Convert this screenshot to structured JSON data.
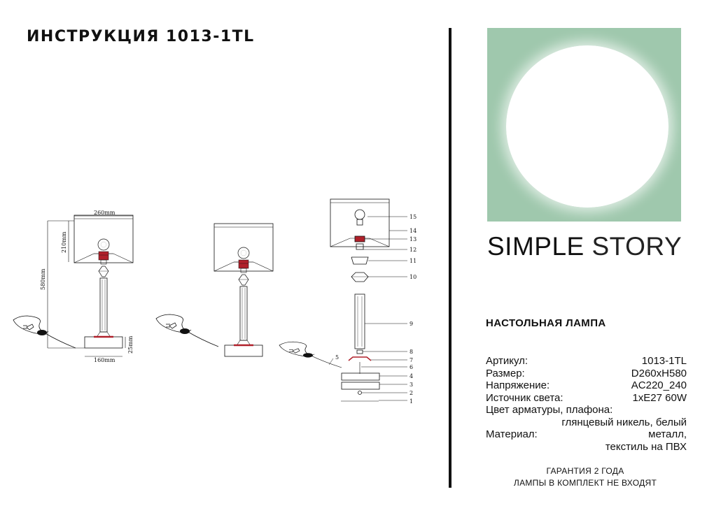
{
  "title": "ИНСТРУКЦИЯ 1013-1TL",
  "brand": {
    "part1": "SIMPLE",
    "part2": "STORY",
    "panel_color": "#9fc8ad"
  },
  "product_type": "НАСТОЛЬНАЯ ЛАМПА",
  "specs": {
    "article_label": "Артикул:",
    "article_value": "1013-1TL",
    "size_label": "Размер:",
    "size_value": "D260xH580",
    "voltage_label": "Напряжение:",
    "voltage_value": "AC220_240",
    "light_label": "Источник света:",
    "light_value": "1xE27 60W",
    "color_label": "Цвет арматуры, плафона:",
    "color_value": "глянцевый никель, белый",
    "material_label": "Материал:",
    "material_value_1": "металл,",
    "material_value_2": "текстиль на ПВХ"
  },
  "footer": {
    "line1": "ГАРАНТИЯ 2 ГОДА",
    "line2": "ЛАМПЫ В КОМПЛЕКТ НЕ ВХОДЯТ"
  },
  "dimensions": {
    "width": "260mm",
    "shade_height": "210mm",
    "total_height": "580mm",
    "base_width": "160mm",
    "base_height": "25mm"
  },
  "part_numbers": [
    "15",
    "14",
    "13",
    "12",
    "11",
    "10",
    "9",
    "8",
    "7",
    "6",
    "5",
    "4",
    "3",
    "2",
    "1"
  ],
  "accent_color": "#b0202a"
}
